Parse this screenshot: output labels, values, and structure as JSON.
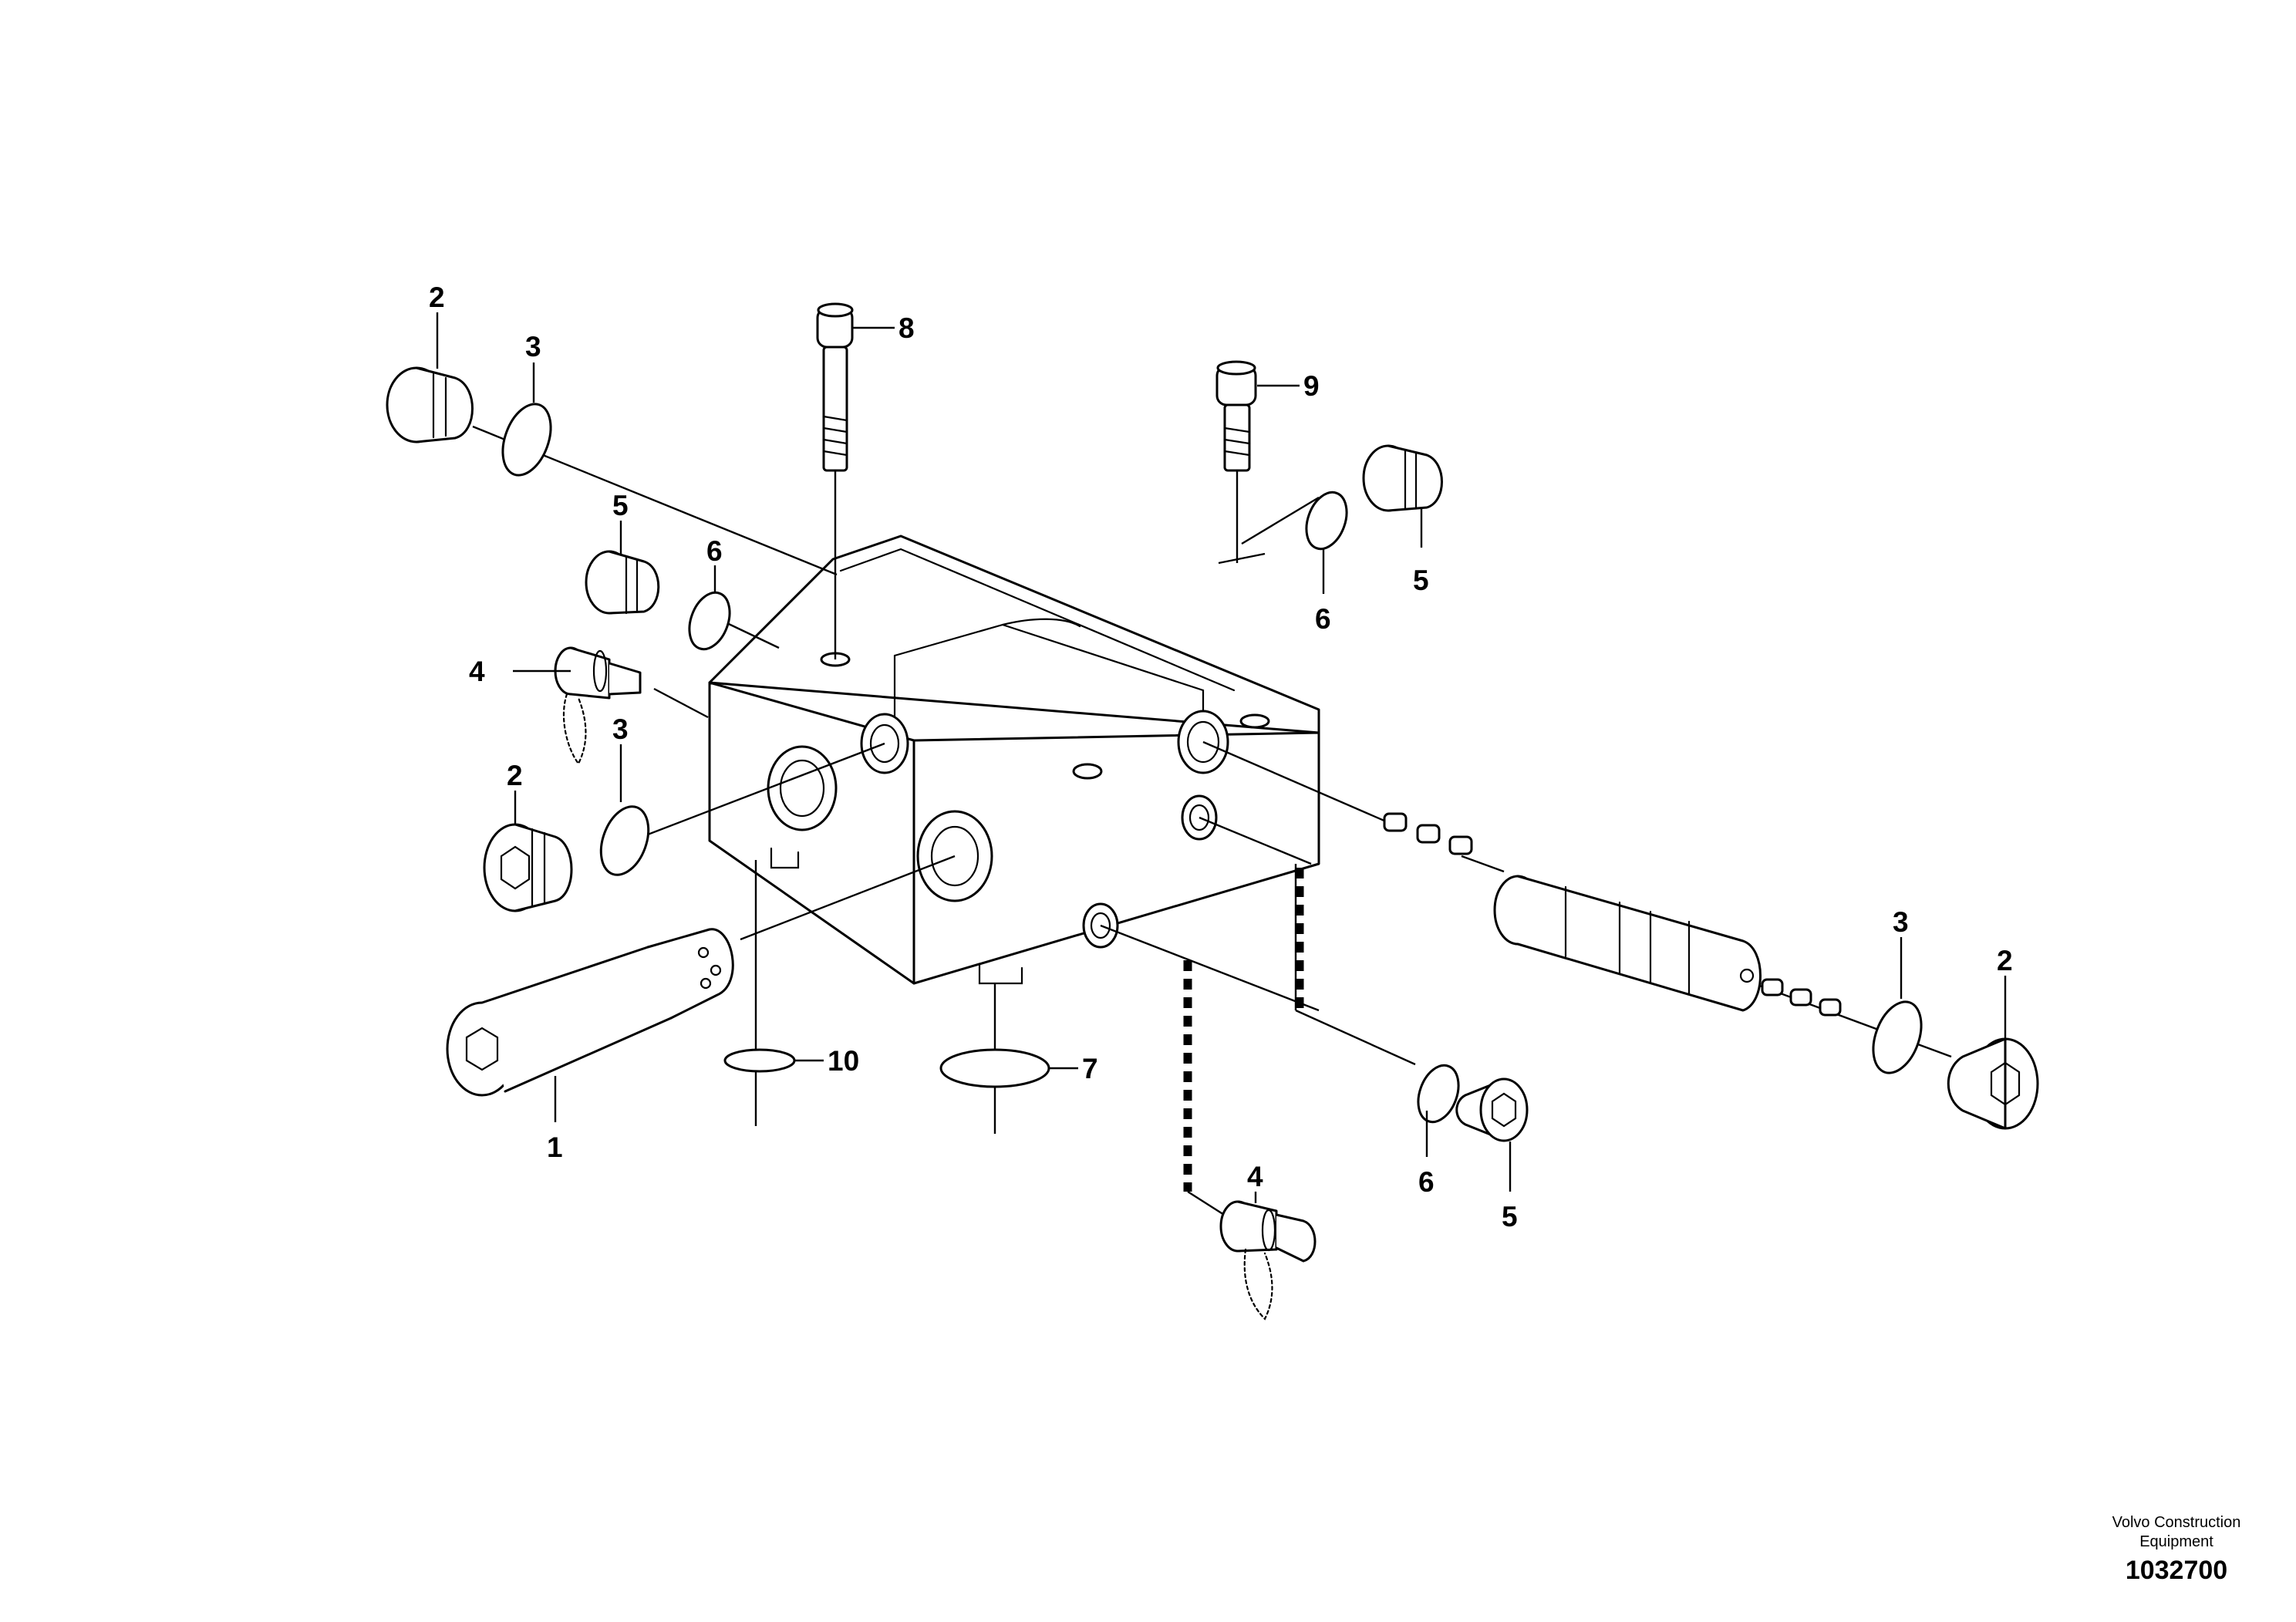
{
  "callouts": {
    "c1": "1",
    "c2": "2",
    "c3": "3",
    "c4": "4",
    "c5": "5",
    "c6": "6",
    "c7": "7",
    "c8": "8",
    "c9": "9",
    "c10": "10"
  },
  "footer": {
    "company_line1": "Volvo Construction",
    "company_line2": "Equipment",
    "drawing_number": "1032700"
  }
}
